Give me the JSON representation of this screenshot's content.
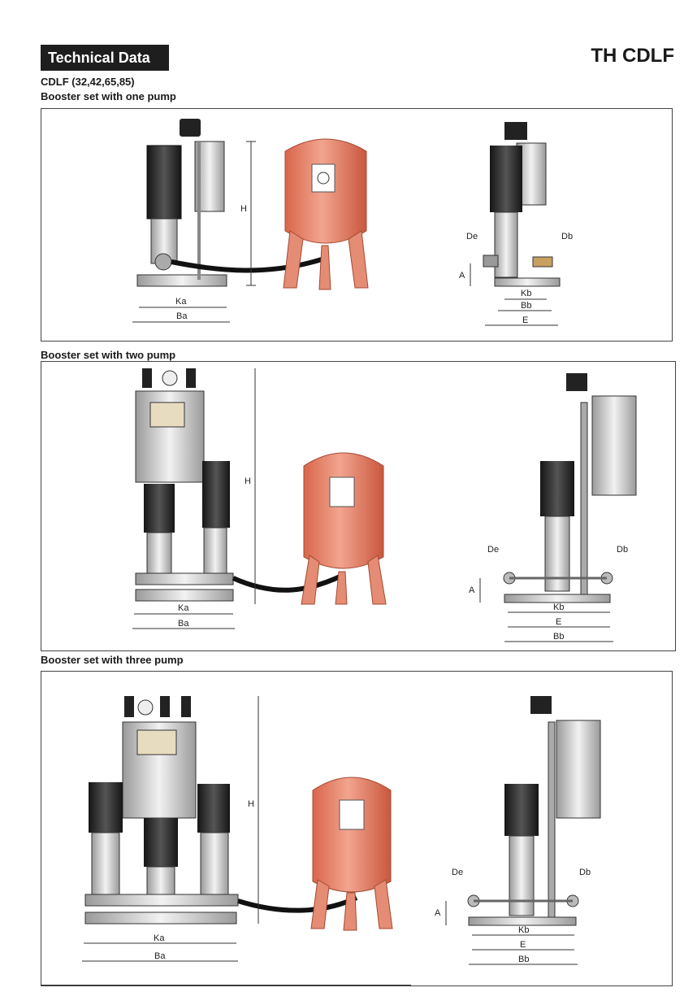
{
  "header": {
    "section_title": "Technical Data",
    "product_code": "TH CDLF",
    "series_line": "CDLF (32,42,65,85)"
  },
  "sets": [
    {
      "heading": "Booster set with one  pump",
      "labels": {
        "ka": "Ka",
        "ba": "Ba",
        "h": "H",
        "a": "A",
        "de": "De",
        "db": "Db",
        "kb": "Kb",
        "bb": "Bb",
        "e": "E"
      }
    },
    {
      "heading": "Booster set with two  pump",
      "labels": {
        "ka": "Ka",
        "ba": "Ba",
        "h": "H",
        "a": "A",
        "de": "De",
        "db": "Db",
        "kb": "Kb",
        "bb": "Bb",
        "e": "E"
      }
    },
    {
      "heading": "Booster set with three  pump",
      "labels": {
        "ka": "Ka",
        "ba": "Ba",
        "h": "H",
        "a": "A",
        "de": "De",
        "db": "Db",
        "kb": "Kb",
        "bb": "Bb",
        "e": "E"
      }
    }
  ],
  "colors": {
    "tank": "#e9876d",
    "tank_dark": "#c95a3f",
    "motor": "#2b2b2b",
    "steel": "#c9c9c9",
    "badge_bg": "#1e1e1e"
  }
}
